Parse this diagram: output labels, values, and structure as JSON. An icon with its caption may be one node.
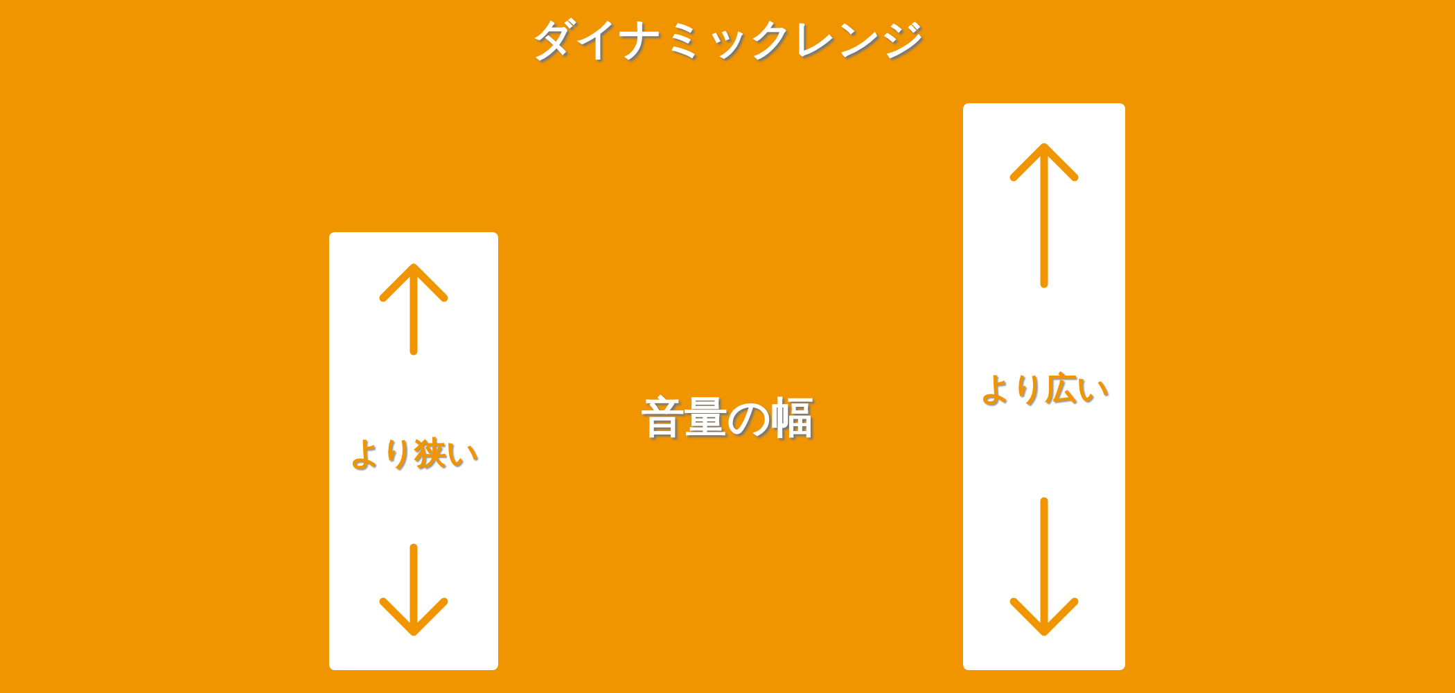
{
  "diagram": {
    "title": "ダイナミックレンジ",
    "nodes": [
      {
        "text": [
          "より狭い"
        ]
      },
      {
        "text": [
          "より広い"
        ]
      }
    ],
    "labels": [
      "音量の幅"
    ]
  }
}
